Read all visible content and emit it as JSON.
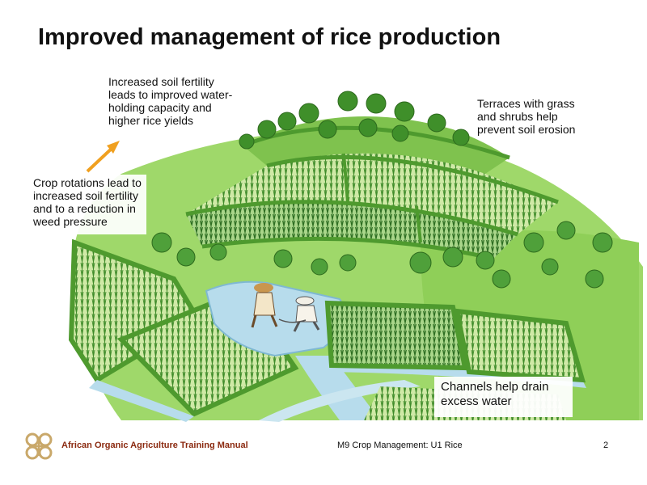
{
  "slide": {
    "title": "Improved management of rice production",
    "captions": {
      "soil_fertility": [
        "Increased soil fertility",
        "leads to improved water-",
        "holding capacity and",
        "higher rice yields"
      ],
      "terraces": [
        "Terraces with grass",
        "and shrubs help",
        "prevent soil erosion"
      ],
      "crop_rotation": [
        "Crop rotations lead to",
        "increased soil fertility",
        "and to a reduction in",
        "weed pressure"
      ],
      "channels": [
        "Channels help drain",
        "excess water"
      ]
    },
    "colors": {
      "arrow": "#f0a020",
      "footer_accent": "#8b2a10",
      "logo": "#c9a86a",
      "grass": "#8fd05a",
      "water": "#b7dcec"
    }
  },
  "footer": {
    "manual_title": "African Organic Agriculture Training Manual",
    "module": "M9 Crop Management: U1 Rice",
    "page_number": "2"
  }
}
